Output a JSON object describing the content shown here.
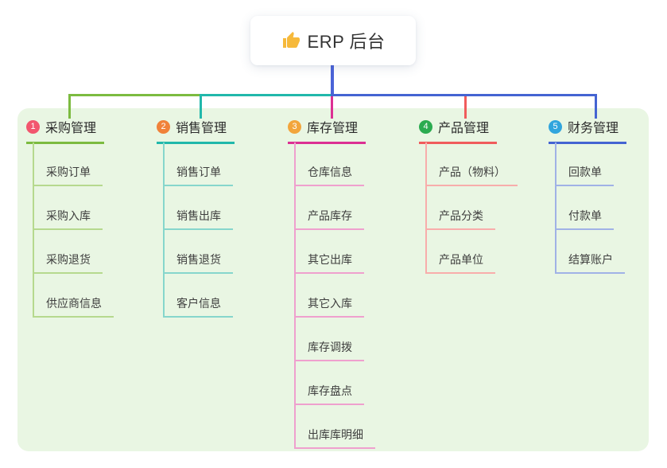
{
  "root": {
    "label": "ERP 后台",
    "icon": "thumbs-up"
  },
  "colors": {
    "canvas_bg": "#ffffff",
    "panel_bg": "#e9f6e3",
    "trunk": "#4a63d8",
    "thumb_icon": "#f6b93b"
  },
  "branches": [
    {
      "num": "1",
      "title": "采购管理",
      "circle_color": "#f2566e",
      "line_color": "#7cbb40",
      "light_color": "#b6d98e",
      "items": [
        "采购订单",
        "采购入库",
        "采购退货",
        "供应商信息"
      ]
    },
    {
      "num": "2",
      "title": "销售管理",
      "circle_color": "#f0823a",
      "line_color": "#21b8ab",
      "light_color": "#86d6cc",
      "items": [
        "销售订单",
        "销售出库",
        "销售退货",
        "客户信息"
      ]
    },
    {
      "num": "3",
      "title": "库存管理",
      "circle_color": "#f2a53c",
      "line_color": "#dc3093",
      "light_color": "#efa0ce",
      "items": [
        "仓库信息",
        "产品库存",
        "其它出库",
        "其它入库",
        "库存调拨",
        "库存盘点",
        "出库库明细"
      ]
    },
    {
      "num": "4",
      "title": "产品管理",
      "circle_color": "#2bab50",
      "line_color": "#f05c5c",
      "light_color": "#f8adab",
      "items": [
        "产品（物料）",
        "产品分类",
        "产品单位"
      ]
    },
    {
      "num": "5",
      "title": "财务管理",
      "circle_color": "#31a5dd",
      "line_color": "#4464d2",
      "light_color": "#a0b2e6",
      "items": [
        "回款单",
        "付款单",
        "结算账户"
      ]
    }
  ]
}
